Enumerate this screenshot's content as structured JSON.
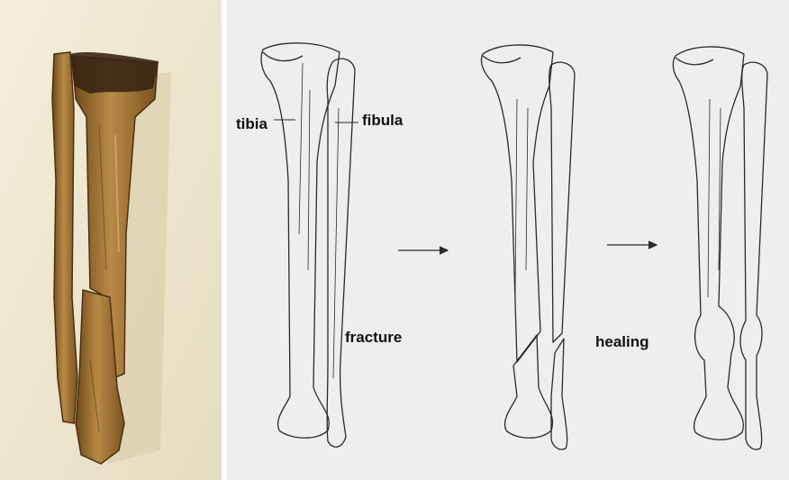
{
  "labels": {
    "tibia": "tibia",
    "fibula": "fibula",
    "fracture": "fracture",
    "healing": "healing"
  },
  "colors": {
    "photo_background": "#efe9d2",
    "bone_specimen": "#9a6a2c",
    "bone_specimen_dark": "#3a2614",
    "drawing_background": "#eeeeec",
    "ink": "#2a2a2a"
  },
  "panels": [
    {
      "name": "photograph",
      "content": "excavated lower-leg bones"
    },
    {
      "name": "stage-intact"
    },
    {
      "name": "stage-fractured"
    },
    {
      "name": "stage-healed"
    }
  ]
}
